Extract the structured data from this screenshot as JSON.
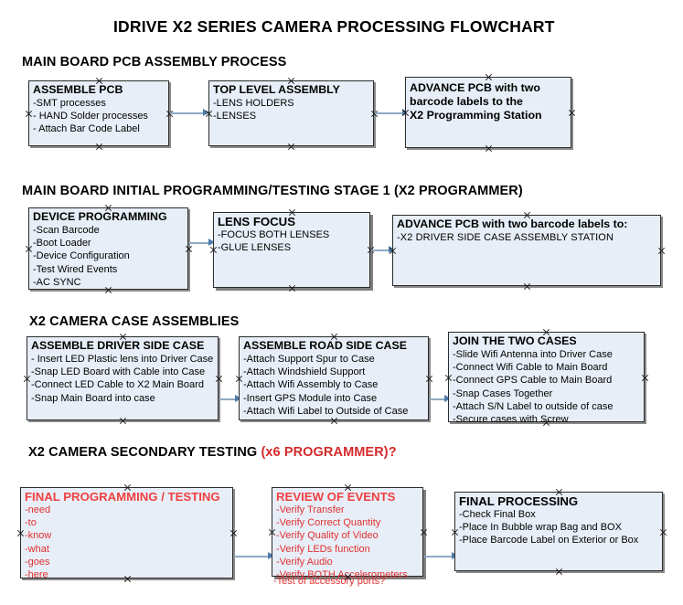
{
  "document": {
    "title": "IDRIVE X2  SERIES CAMERA PROCESSING FLOWCHART"
  },
  "colors": {
    "box_fill": "#e8eef7",
    "box_border": "#2b2b2b",
    "box_shadow": "#8a8a8a",
    "connector": "#8faac4",
    "arrow_head": "#4f7bab",
    "accent_red": "#d42a2a",
    "text_red": "#e03030",
    "text_black": "#000000"
  },
  "sections": [
    {
      "id": "main-board-pcb-assembly",
      "title": "MAIN BOARD PCB ASSEMBLY PROCESS",
      "title_accent": "",
      "nodes": [
        {
          "id": "assemble-pcb",
          "title": "ASSEMBLE PCB",
          "lines": [
            "-SMT processes",
            "- HAND Solder processes",
            "- Attach Bar Code Label"
          ]
        },
        {
          "id": "top-level-assembly",
          "title": "TOP LEVEL ASSEMBLY",
          "lines": [
            "-LENS HOLDERS",
            "-LENSES"
          ]
        },
        {
          "id": "advance-pcb-programming-station",
          "title": "ADVANCE PCB with two",
          "lines": [
            "barcode labels to the",
            " X2 Programming Station"
          ]
        }
      ]
    },
    {
      "id": "main-board-initial-programming",
      "title": "MAIN BOARD INITIAL PROGRAMMING/TESTING STAGE 1 (X2 PROGRAMMER)",
      "title_accent": "",
      "nodes": [
        {
          "id": "device-programming",
          "title": "DEVICE PROGRAMMING",
          "lines": [
            "-Scan Barcode",
            "-Boot Loader",
            "-Device Configuration",
            "-Test Wired Events",
            "-AC SYNC"
          ]
        },
        {
          "id": "lens-focus",
          "title": "LENS FOCUS",
          "lines": [
            "-FOCUS BOTH LENSES",
            "-GLUE LENSES"
          ]
        },
        {
          "id": "advance-pcb-driver-side",
          "title": "ADVANCE PCB with two barcode labels to:",
          "lines": [
            "-X2 DRIVER  SIDE  CASE  ASSEMBLY STATION"
          ]
        }
      ]
    },
    {
      "id": "x2-camera-case-assemblies",
      "title": "X2 CAMERA CASE ASSEMBLIES",
      "title_accent": "",
      "nodes": [
        {
          "id": "assemble-driver-side-case",
          "title": "ASSEMBLE DRIVER SIDE CASE",
          "lines": [
            "- Insert LED Plastic lens into Driver Case",
            "-Snap LED Board with Cable into Case",
            "-Connect LED Cable to X2 Main Board",
            "-Snap Main Board into case"
          ]
        },
        {
          "id": "assemble-road-side-case",
          "title": "ASSEMBLE ROAD SIDE CASE",
          "lines": [
            "-Attach Support Spur to Case",
            "-Attach Windshield Support",
            "-Attach Wifi Assembly to Case",
            "-Insert GPS Module into Case",
            "-Attach Wifi Label to Outside of Case"
          ]
        },
        {
          "id": "join-the-two-cases",
          "title": "JOIN THE TWO CASES",
          "lines": [
            "-Slide Wifi Antenna into Driver Case",
            "-Connect Wifi Cable to Main Board",
            "-Connect GPS Cable to Main Board",
            "-Snap Cases Together",
            "-Attach S/N Label to outside of case",
            "-Secure cases with Screw"
          ]
        }
      ]
    },
    {
      "id": "x2-camera-secondary-testing",
      "title": "X2 CAMERA SECONDARY TESTING ",
      "title_accent": "(x6 PROGRAMMER)?",
      "nodes": [
        {
          "id": "final-programming-testing",
          "title": "FINAL PROGRAMMING / TESTING",
          "lines": [
            "-need",
            "-to",
            "-know",
            "-what",
            "-goes",
            "-here"
          ]
        },
        {
          "id": "review-of-events",
          "title": "REVIEW OF EVENTS",
          "lines": [
            "-Verify Transfer",
            "-Verify Correct Quantity",
            "-Verify Quality of Video",
            "-Verify LEDs function",
            "-Verify Audio",
            "-Verify BOTH Accelerometers"
          ],
          "overflow_line": "-Test of accessory ports?"
        },
        {
          "id": "final-processing",
          "title": "FINAL PROCESSING",
          "lines": [
            " -Check Final Box",
            "-Place In Bubble wrap Bag and BOX",
            "-Place Barcode Label on Exterior or Box"
          ]
        }
      ]
    }
  ]
}
